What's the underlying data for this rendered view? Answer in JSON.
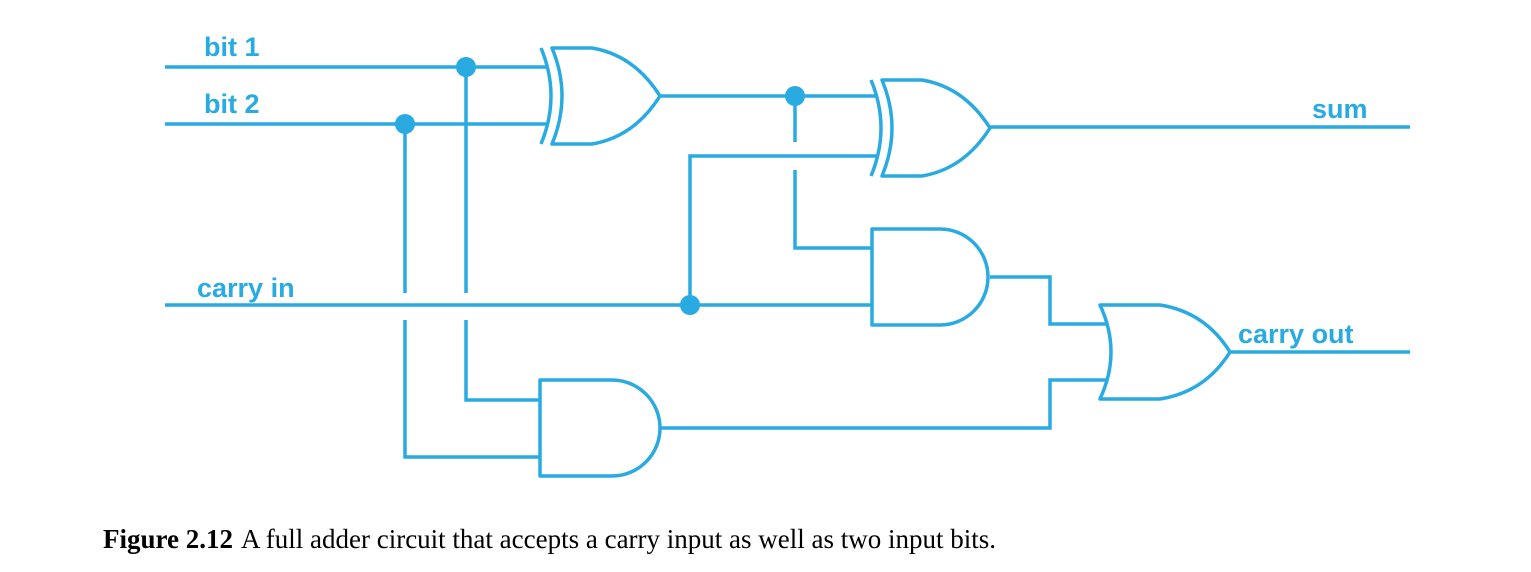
{
  "diagram": {
    "labels": {
      "bit1": "bit 1",
      "bit2": "bit 2",
      "carry_in": "carry in",
      "sum": "sum",
      "carry_out": "carry out"
    },
    "gates": [
      {
        "id": "xor-1",
        "kind": "XOR"
      },
      {
        "id": "xor-2",
        "kind": "XOR"
      },
      {
        "id": "and-1",
        "kind": "AND"
      },
      {
        "id": "and-2",
        "kind": "AND"
      },
      {
        "id": "or-1",
        "kind": "OR"
      }
    ],
    "colors": {
      "wire": "#29abe2",
      "caption_text": "#000000",
      "background": "#ffffff"
    }
  },
  "caption": {
    "number": "Figure 2.12",
    "text": "A full adder circuit that accepts a carry input as well as two input bits."
  }
}
